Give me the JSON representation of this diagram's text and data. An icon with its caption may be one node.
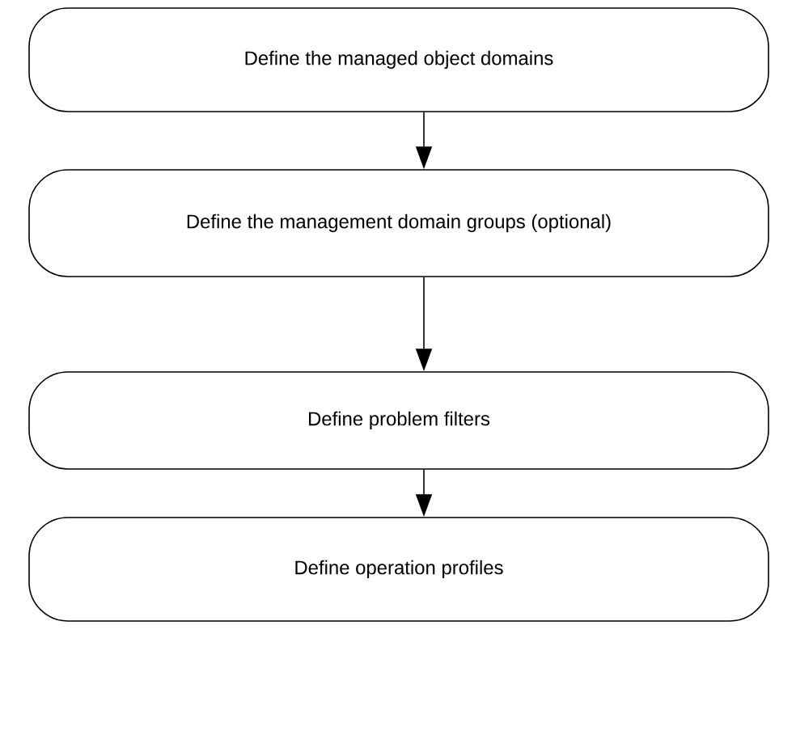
{
  "diagram": {
    "nodes": [
      {
        "text": [
          "Define the managed object domains"
        ]
      },
      {
        "text": [
          "Define the management domain groups (optional)"
        ]
      },
      {
        "text": [
          "Define problem filters"
        ]
      },
      {
        "text": [
          "Define operation profiles"
        ]
      }
    ],
    "edges": [
      {
        "from": 0,
        "to": 1,
        "arrow": "to"
      },
      {
        "from": 1,
        "to": 2,
        "arrow": "to"
      },
      {
        "from": 2,
        "to": 3,
        "arrow": "to"
      }
    ]
  }
}
